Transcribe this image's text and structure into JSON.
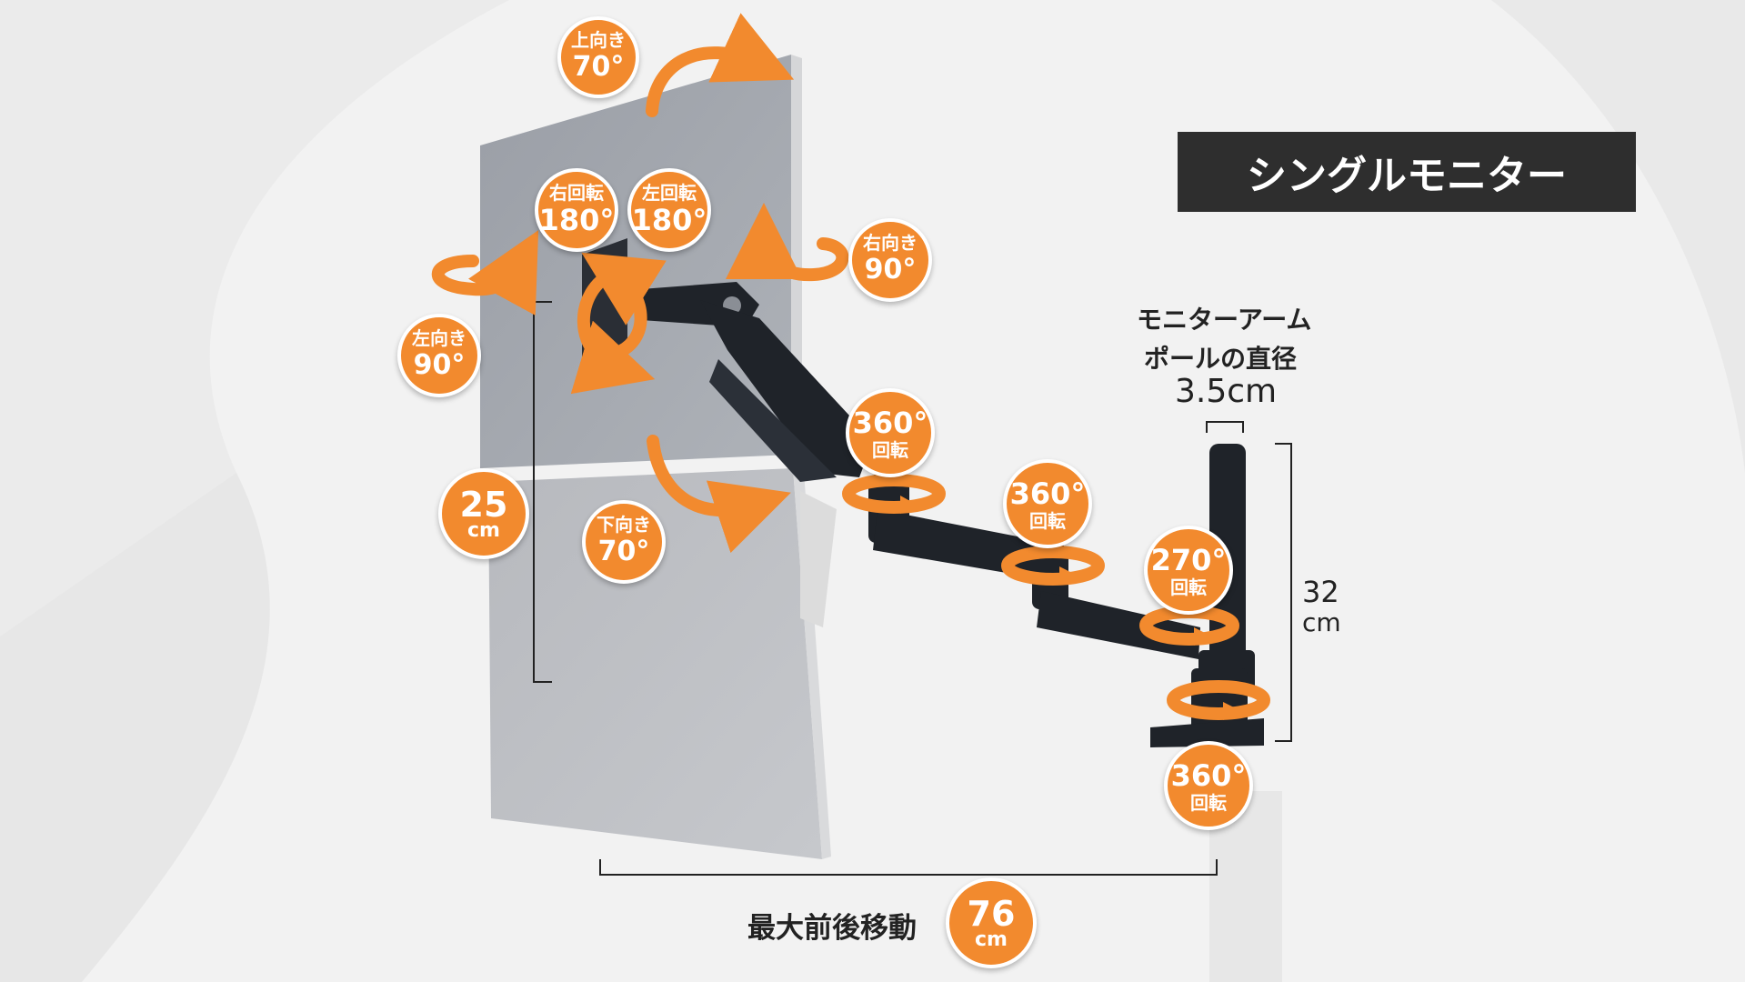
{
  "title": "シングルモニター",
  "tilt_up": {
    "label": "上向き",
    "value": "70°"
  },
  "tilt_down": {
    "label": "下向き",
    "value": "70°"
  },
  "rotate_right": {
    "label": "右回転",
    "value": "180°"
  },
  "rotate_left": {
    "label": "左回転",
    "value": "180°"
  },
  "swivel_right": {
    "label": "右向き",
    "value": "90°"
  },
  "swivel_left": {
    "label": "左向き",
    "value": "90°"
  },
  "height_adjust": {
    "value": "25",
    "unit": "cm"
  },
  "joints": [
    {
      "value": "360°",
      "label": "回転"
    },
    {
      "value": "360°",
      "label": "回転"
    },
    {
      "value": "270°",
      "label": "回転"
    },
    {
      "value": "360°",
      "label": "回転"
    }
  ],
  "pole": {
    "line1": "モニターアーム",
    "line2": "ポールの直径",
    "diameter": "3.5cm"
  },
  "pole_height": {
    "value": "32",
    "unit": "cm"
  },
  "reach": {
    "label": "最大前後移動",
    "value": "76",
    "unit": "cm"
  },
  "colors": {
    "accent": "#f28a2e",
    "arm": "#1f2329",
    "title_bg": "#2e2e2e"
  }
}
